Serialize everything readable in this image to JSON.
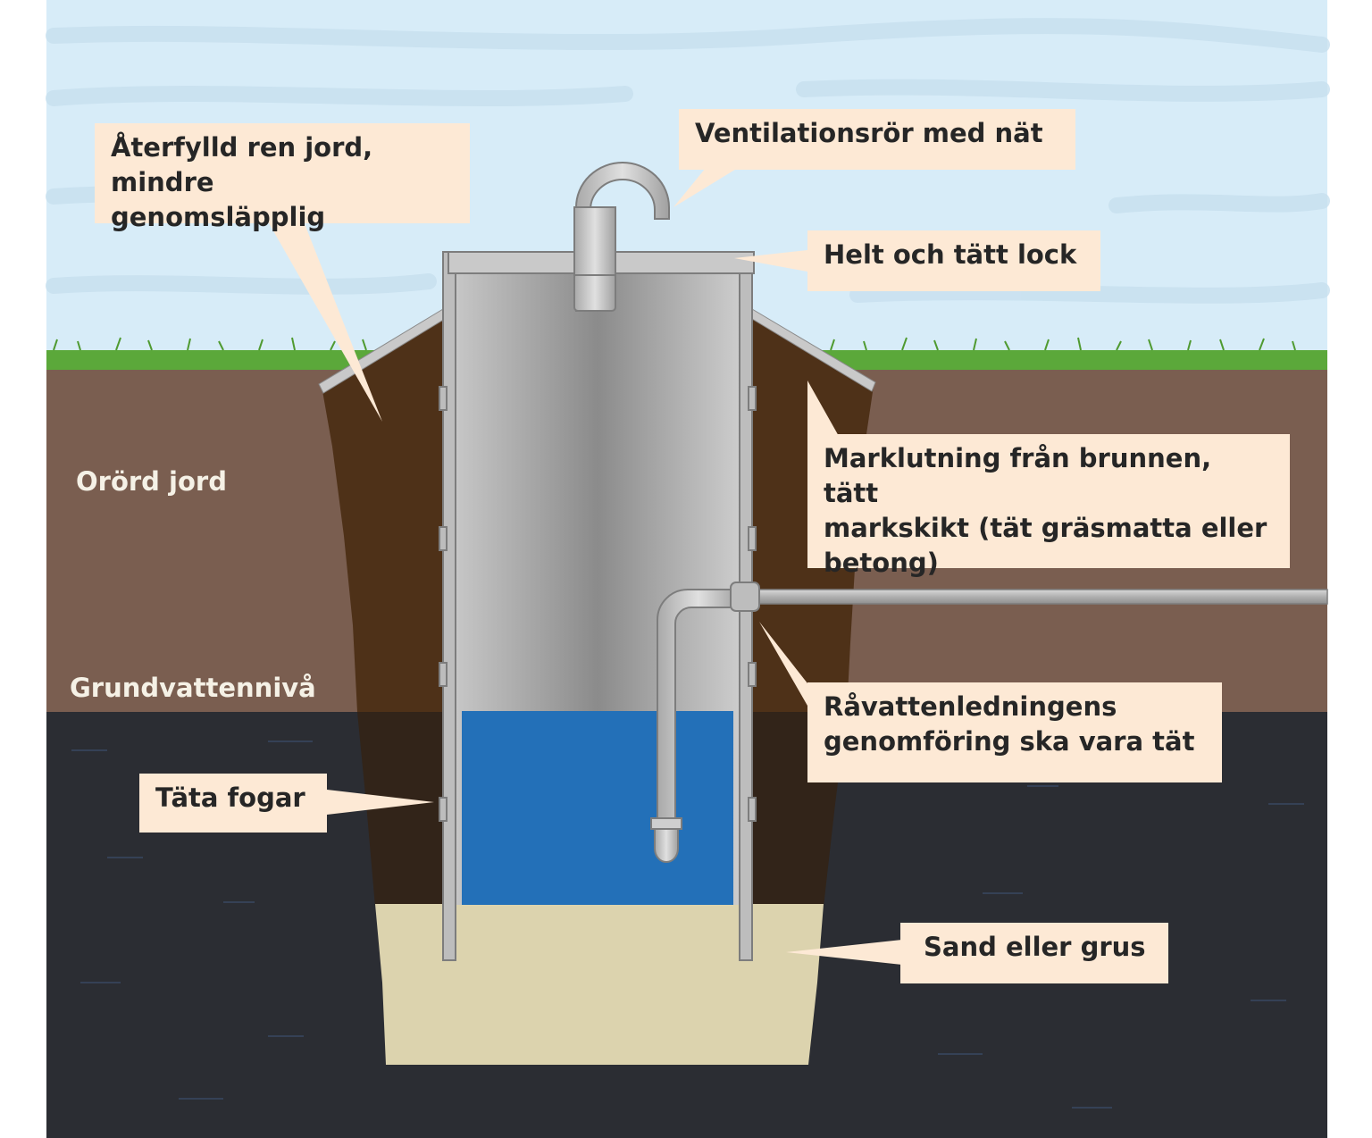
{
  "labels": {
    "backfill": "Återfylld ren jord, mindre\ngenomsläpplig",
    "vent_pipe": "Ventilationsrör med nät",
    "lid": "Helt och tätt lock",
    "slope": "Marklutning från brunnen, tätt\nmarkskikt (tät gräsmatta eller\nbetong)",
    "undisturbed_soil": "Orörd jord",
    "groundwater_level": "Grundvattennivå",
    "pipe_passage": "Råvattenledningens\ngenomföring ska vara tät",
    "joints": "Täta fogar",
    "sand_gravel": "Sand eller grus"
  },
  "colors": {
    "sky": "#d7ecf8",
    "grass": "#5ba83a",
    "soil": "#7a5e50",
    "backfill": "#4e3118",
    "groundwater": "#2b2d33",
    "backfill_wet": "#322419",
    "sand": "#dcd3ae",
    "water": "#2370b8",
    "callout": "#fde9d5"
  }
}
